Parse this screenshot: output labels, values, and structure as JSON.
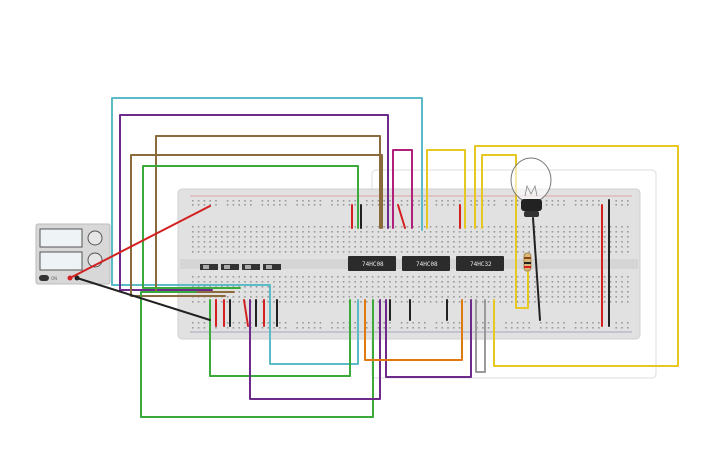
{
  "colors": {
    "breadboard": "#e1e1e1",
    "breadboard_edge": "#cfcfcf",
    "chip_body": "#2b2b2b",
    "rail_red": "#d32020",
    "rail_black": "#222222",
    "wire_cyan": "#5bbcc8",
    "wire_purple": "#6d2a8a",
    "wire_brown": "#8b6a3c",
    "wire_green": "#3aaa3a",
    "wire_magenta": "#b0207a",
    "wire_yellow": "#e6c820",
    "wire_orange": "#e07a10",
    "wire_gray": "#9a9a9a",
    "wire_red": "#d32020",
    "wire_black": "#222222"
  },
  "chips": [
    {
      "label": "74HC08",
      "icon": "ic-chip-icon"
    },
    {
      "label": "74HC08",
      "icon": "ic-chip-icon"
    },
    {
      "label": "74HC32",
      "icon": "ic-chip-icon"
    }
  ],
  "switches": [
    {
      "icon": "slide-switch-icon"
    },
    {
      "icon": "slide-switch-icon"
    },
    {
      "icon": "slide-switch-icon"
    },
    {
      "icon": "slide-switch-icon"
    }
  ],
  "power_supply": {
    "icon": "power-supply-icon",
    "toggle_label": "ON"
  },
  "lamp": {
    "icon": "light-bulb-icon"
  },
  "resistor": {
    "icon": "resistor-icon"
  }
}
